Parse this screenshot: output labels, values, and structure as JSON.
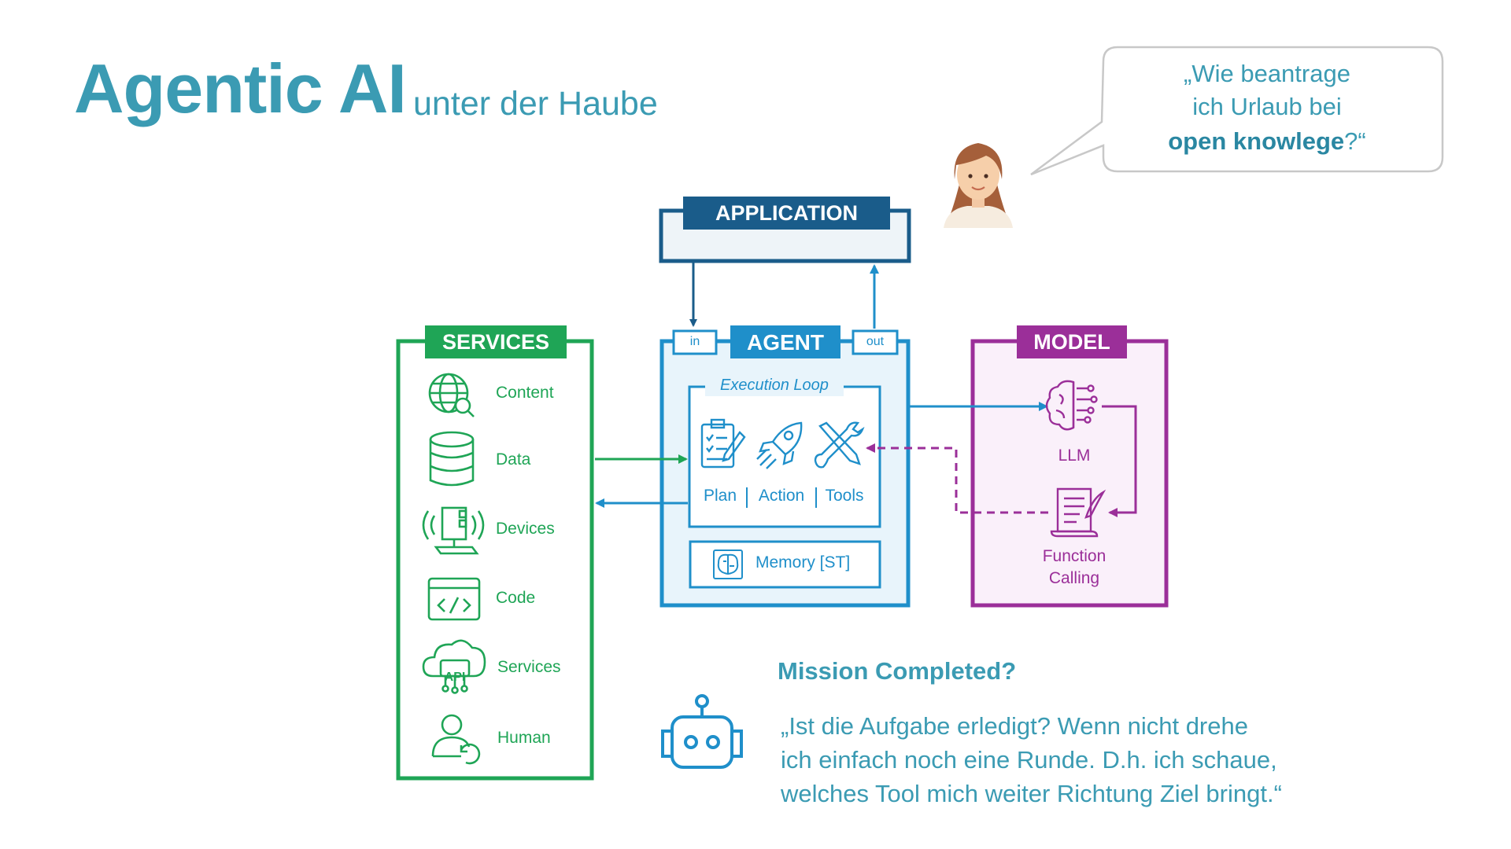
{
  "title": {
    "main": "Agentic AI",
    "sub": "unter der Haube"
  },
  "speech_bubble": {
    "line1": "„Wie beantrage",
    "line2": "ich Urlaub bei",
    "line3_bold": "open knowlege",
    "line3_end": "?“"
  },
  "application": {
    "label": "APPLICATION"
  },
  "services": {
    "label": "SERVICES",
    "items": [
      {
        "label": "Content",
        "icon": "globe-search-icon"
      },
      {
        "label": "Data",
        "icon": "database-icon"
      },
      {
        "label": "Devices",
        "icon": "iot-device-icon"
      },
      {
        "label": "Code",
        "icon": "code-window-icon"
      },
      {
        "label": "Services",
        "icon": "api-cloud-icon"
      },
      {
        "label": "Human",
        "icon": "human-sync-icon"
      }
    ]
  },
  "agent": {
    "label": "AGENT",
    "in_label": "in",
    "out_label": "out",
    "loop_label": "Execution Loop",
    "steps": [
      {
        "label": "Plan",
        "icon": "clipboard-icon"
      },
      {
        "label": "Action",
        "icon": "rocket-icon"
      },
      {
        "label": "Tools",
        "icon": "tools-icon"
      }
    ],
    "memory_label": "Memory [ST]"
  },
  "model": {
    "label": "MODEL",
    "llm_label": "LLM",
    "function_line1": "Function",
    "function_line2": "Calling"
  },
  "mission": {
    "title": "Mission Completed?",
    "line1": "„Ist die Aufgabe erledigt? Wenn nicht drehe",
    "line2": "ich einfach noch eine Runde. D.h. ich schaue,",
    "line3": "welches Tool mich weiter Richtung Ziel bringt.“"
  },
  "colors": {
    "title": "#3b9bb3",
    "application": "#1a5c8a",
    "services": "#1fa556",
    "agent": "#1f8fca",
    "model": "#9b2f99"
  }
}
